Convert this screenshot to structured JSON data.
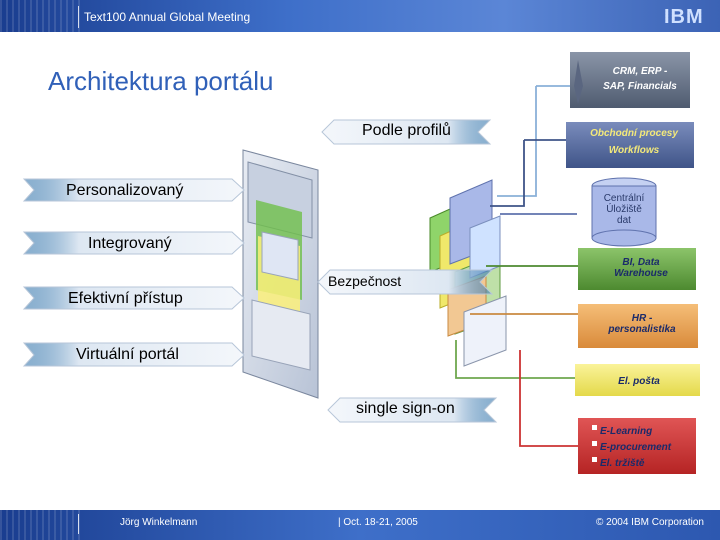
{
  "header": {
    "meeting": "Text100 Annual Global Meeting",
    "logo": "IBM"
  },
  "slide": {
    "title": "Architektura portálu"
  },
  "left_arrows": [
    "Personalizovaný",
    "Integrovaný",
    "Efektivní přístup",
    "Virtuální portál"
  ],
  "center_labels": {
    "profiles": "Podle profilů",
    "security": "Bezpečnost",
    "sso": "single sign-on"
  },
  "right_boxes": {
    "crm": [
      "CRM, ERP -",
      "SAP, Financials"
    ],
    "business": [
      "Obchodní procesy",
      "Workflows"
    ],
    "central": [
      "Centrální",
      "Úložiště",
      "dat"
    ],
    "bi": [
      "BI, Data",
      "Warehouse"
    ],
    "hr": [
      "HR -",
      "personalistika"
    ],
    "mail": "El. pošta",
    "elearning": [
      "E-Learning",
      "E-procurement",
      "El. tržiště"
    ]
  },
  "footer": {
    "presenter": "Jörg Winkelmann",
    "date": "| Oct. 18-21, 2005",
    "copyright": "© 2004 IBM Corporation"
  },
  "colors": {
    "brand_blue": "#3060b8",
    "crm": "#6b7a8f",
    "business": "#5a6fa0",
    "central": "#a9b8e8",
    "bi": "#6fa84f",
    "hr": "#e6a050",
    "mail": "#f0e86a",
    "elearning": "#cc3333"
  }
}
